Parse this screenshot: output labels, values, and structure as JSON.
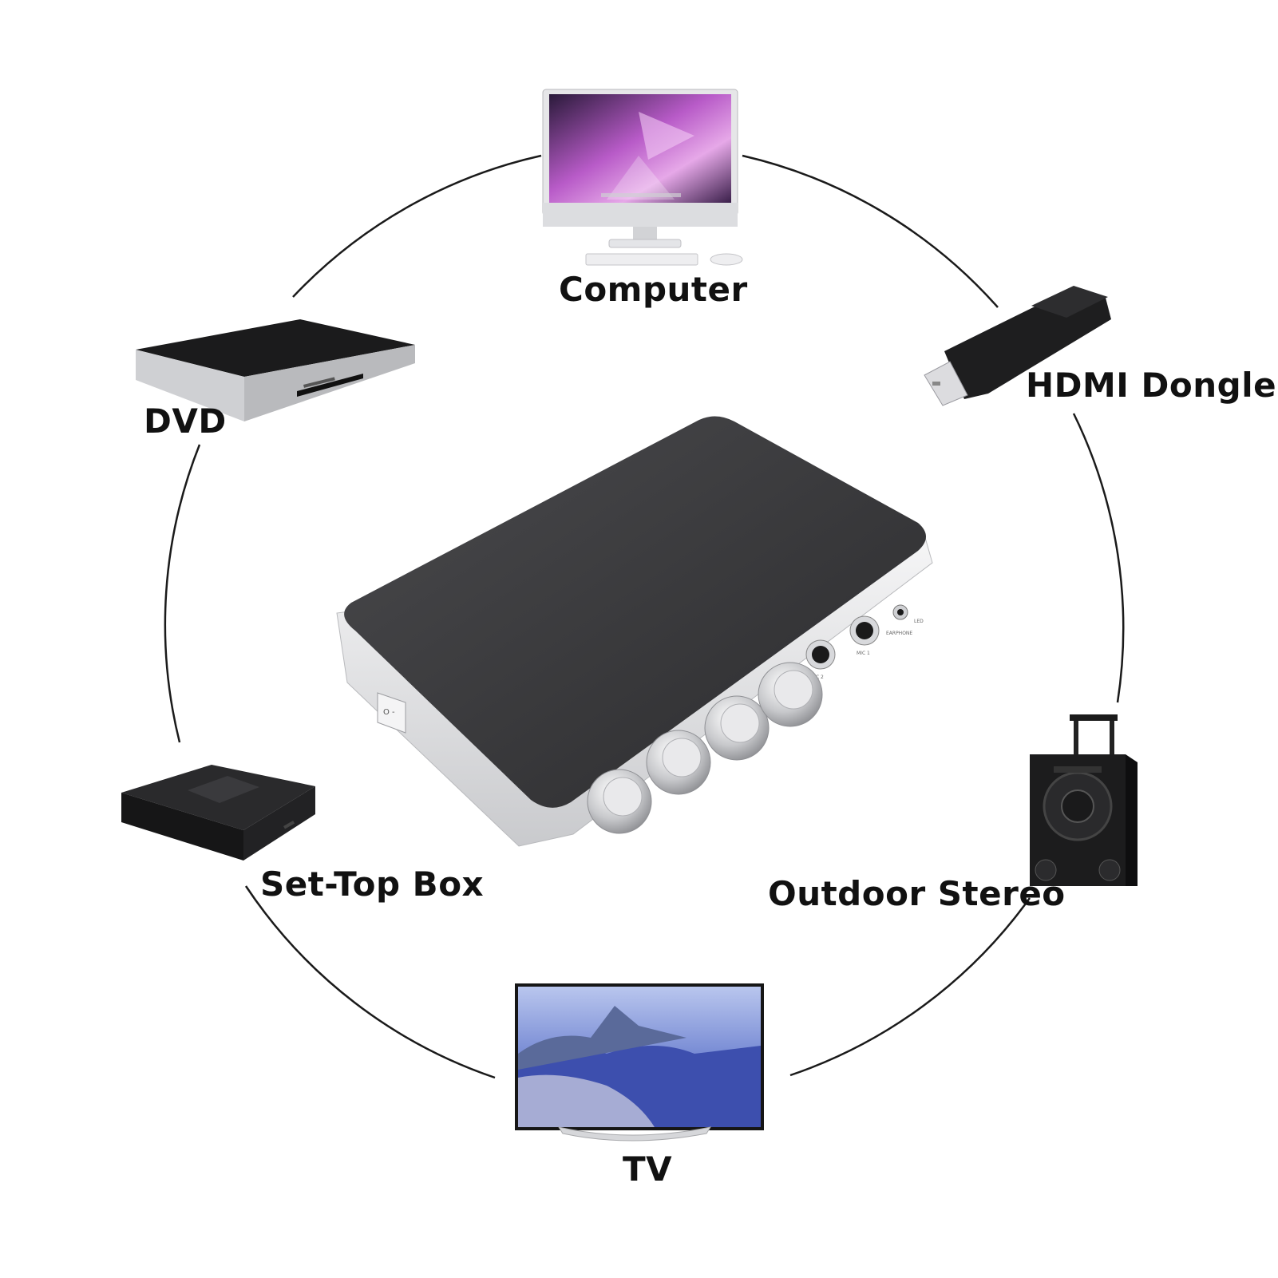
{
  "labels": {
    "computer": "Computer",
    "hdmi_dongle": "HDMI Dongle",
    "dvd": "DVD",
    "set_top_box": "Set-Top Box",
    "outdoor_stereo": "Outdoor Stereo",
    "tv": "TV"
  },
  "device_panel": {
    "mic2": "MIC 2",
    "mic1": "MIC 1",
    "earphone": "EARPHONE",
    "led": "LED"
  },
  "icons": [
    "desktop-computer-icon",
    "hdmi-dongle-icon",
    "dvd-player-icon",
    "set-top-box-icon",
    "outdoor-speaker-icon",
    "tv-icon",
    "karaoke-mixer-icon",
    "power-switch-icon"
  ],
  "colors": {
    "background": "#ffffff",
    "circle": "#1a1a1a",
    "device_top": "#3a3a3c",
    "device_body": "#e9eaec",
    "label_text": "#111111"
  }
}
